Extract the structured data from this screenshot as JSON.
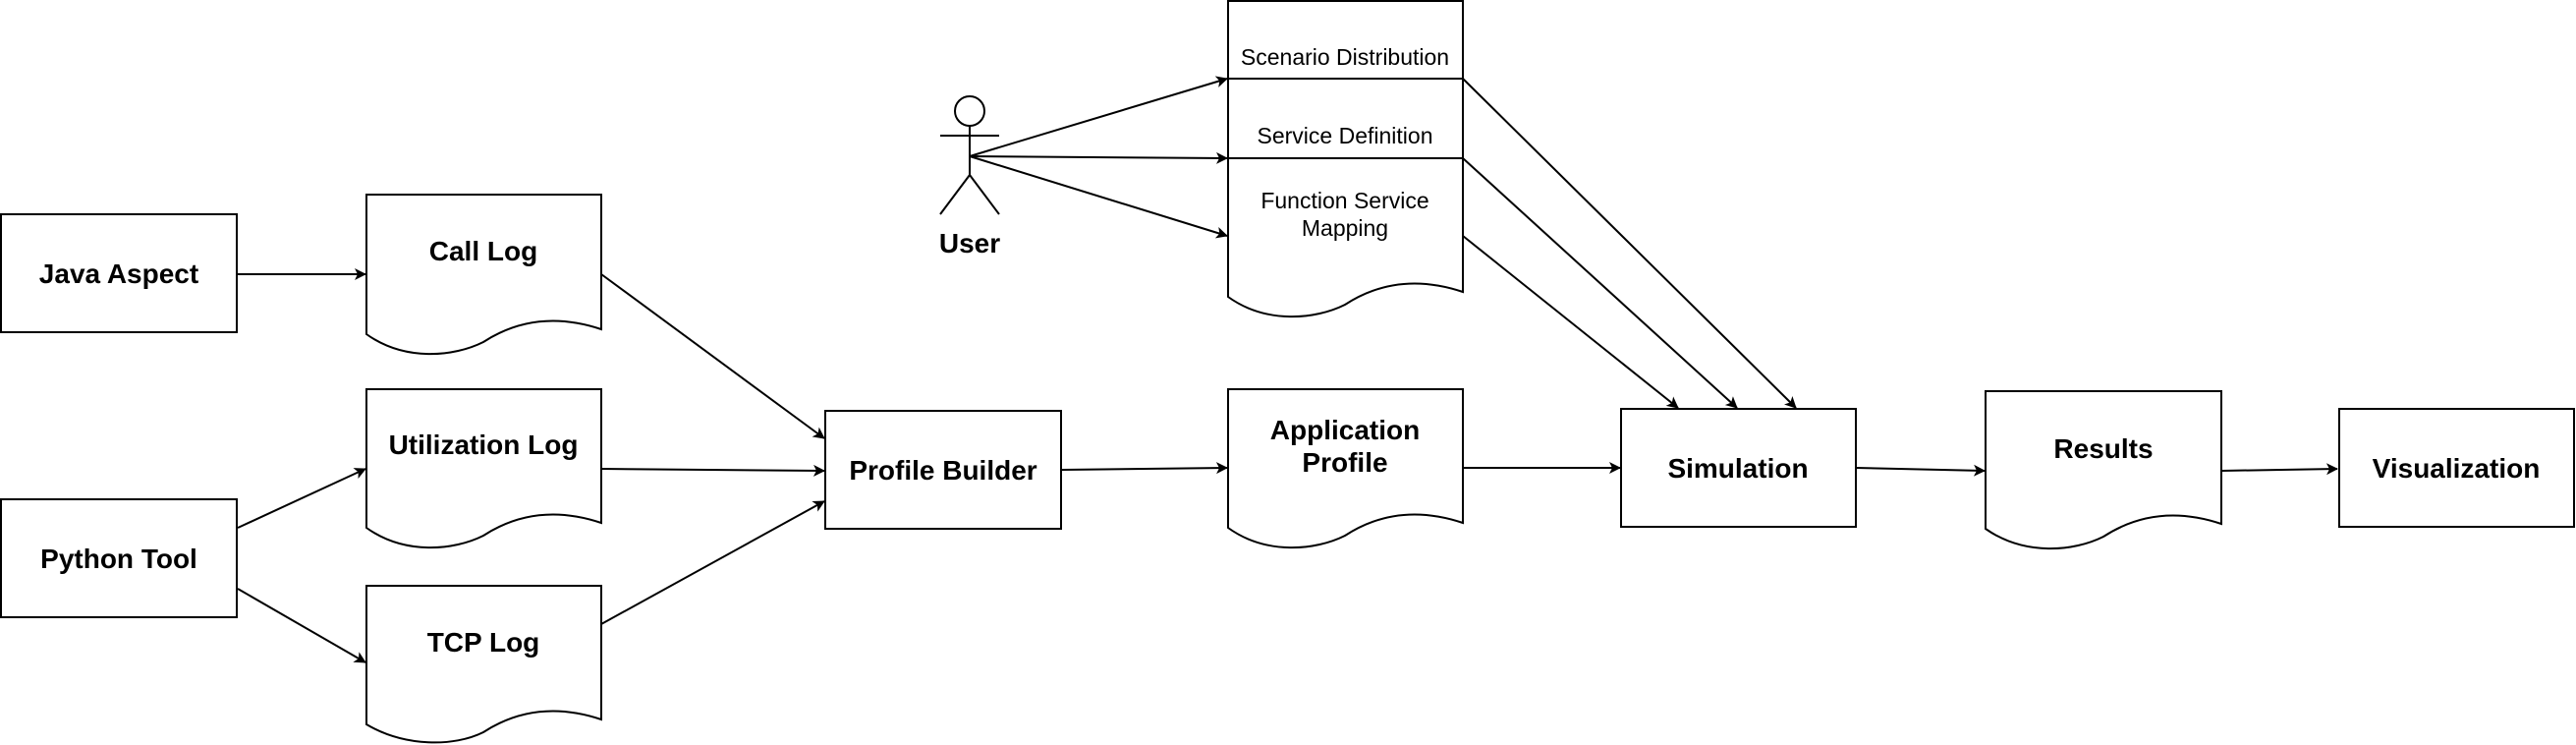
{
  "diagram": {
    "nodes": {
      "java_aspect": "Java Aspect",
      "python_tool": "Python Tool",
      "call_log": "Call Log",
      "utilization_log": "Utilization Log",
      "tcp_log": "TCP Log",
      "profile_builder": "Profile Builder",
      "application_profile_line1": "Application",
      "application_profile_line2": "Profile",
      "simulation": "Simulation",
      "results": "Results",
      "visualization": "Visualization",
      "user": "User",
      "scenario_distribution": "Scenario Distribution",
      "service_definition": "Service Definition",
      "function_service_mapping_line1": "Function Service",
      "function_service_mapping_line2": "Mapping"
    },
    "edges": [
      {
        "from": "Java Aspect",
        "to": "Call Log"
      },
      {
        "from": "Python Tool",
        "to": "Utilization Log"
      },
      {
        "from": "Python Tool",
        "to": "TCP Log"
      },
      {
        "from": "Call Log",
        "to": "Profile Builder"
      },
      {
        "from": "Utilization Log",
        "to": "Profile Builder"
      },
      {
        "from": "TCP Log",
        "to": "Profile Builder"
      },
      {
        "from": "Profile Builder",
        "to": "Application Profile"
      },
      {
        "from": "Application Profile",
        "to": "Simulation"
      },
      {
        "from": "User",
        "to": "Scenario Distribution"
      },
      {
        "from": "User",
        "to": "Service Definition"
      },
      {
        "from": "User",
        "to": "Function Service Mapping"
      },
      {
        "from": "Scenario Distribution",
        "to": "Simulation"
      },
      {
        "from": "Service Definition",
        "to": "Simulation"
      },
      {
        "from": "Function Service Mapping",
        "to": "Simulation"
      },
      {
        "from": "Simulation",
        "to": "Results"
      },
      {
        "from": "Results",
        "to": "Visualization"
      }
    ],
    "colors": {
      "stroke": "#000000",
      "fill": "#ffffff"
    }
  }
}
